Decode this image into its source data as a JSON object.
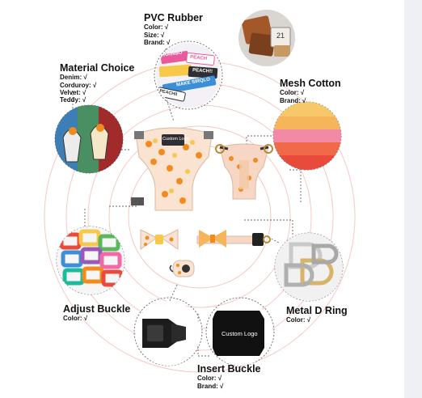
{
  "features": {
    "pvc_rubber": {
      "title": "PVC Rubber",
      "specs": [
        "Color: √",
        "Size: √",
        "Brand: √"
      ]
    },
    "material_choice": {
      "title": "Material Choice",
      "specs": [
        "Denim: √",
        "Corduroy: √",
        "Velvet: √",
        "Teddy: √"
      ]
    },
    "mesh_cotton": {
      "title": "Mesh Cotton",
      "specs": [
        "Color: √",
        "Brand: √"
      ]
    },
    "adjust_buckle": {
      "title": "Adjust Buckle",
      "specs": [
        "Color: √"
      ]
    },
    "metal_d_ring": {
      "title": "Metal D Ring",
      "specs": [
        "Color: √"
      ]
    },
    "insert_buckle": {
      "title": "Insert Buckle",
      "specs": [
        "Color: √",
        "Brand: √"
      ]
    }
  },
  "product_text": {
    "harness_logo": "Custom Logo",
    "buckle_logo": "Custom Logo",
    "patches": [
      "RAINBO",
      "PEACH",
      "MAKE SIRQLO",
      "PEACH!!",
      "PEACHII"
    ],
    "leather_tag": "21"
  },
  "colors": {
    "ring": "#f4c9c4",
    "dotted_line": "#666666",
    "harness_fabric": "#fbe3d2",
    "orange_print": "#f28a1e",
    "mesh_top": "#f7c86a",
    "mesh_orange": "#f0893c",
    "mesh_pink": "#f28aa6",
    "mesh_red": "#e84b3c"
  }
}
